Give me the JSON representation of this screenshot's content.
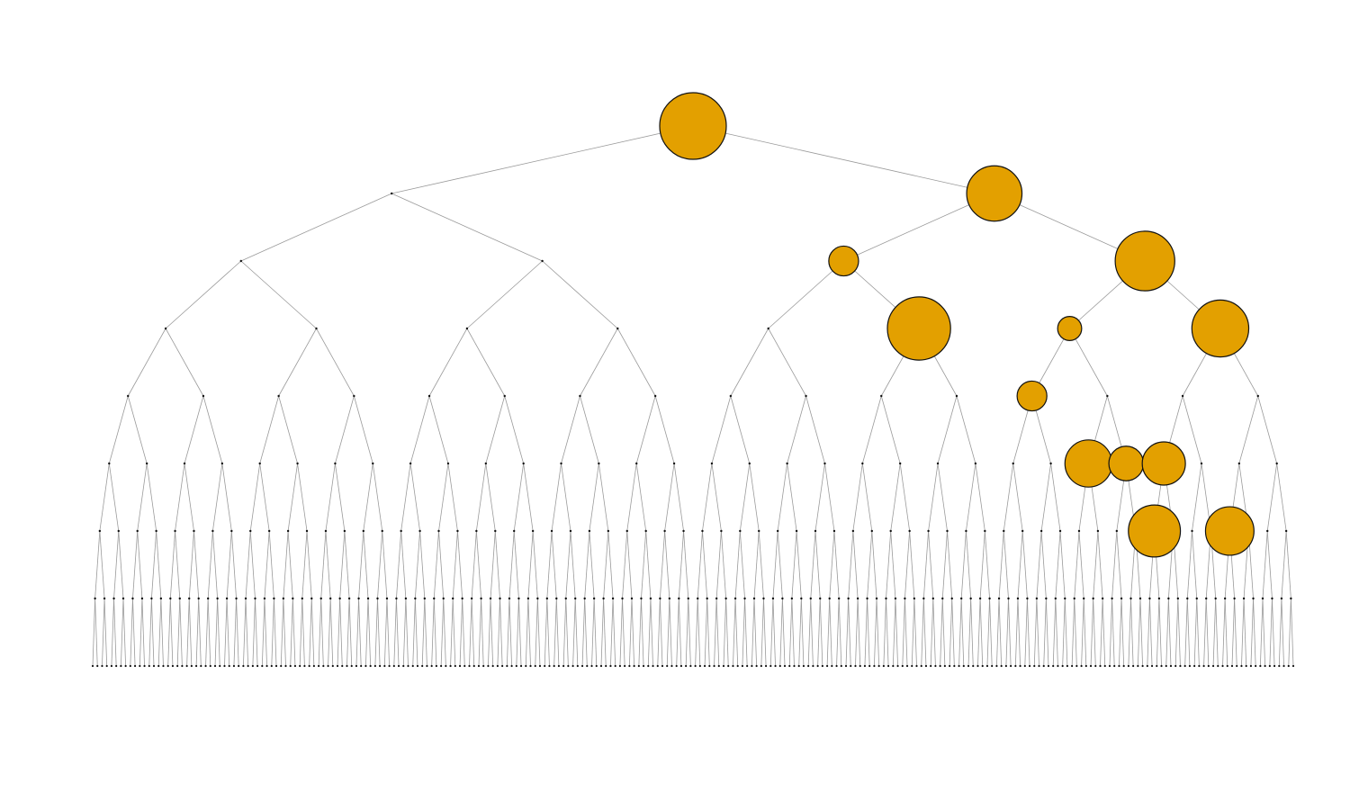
{
  "tree": {
    "type": "binary-tree",
    "depth": 8,
    "leaf_count": 256,
    "bubble_color": "#E3A000",
    "edge_color": "#9a9a9a",
    "dot_color": "#111111",
    "highlighted_nodes": [
      {
        "path": "",
        "weight": 1.0
      },
      {
        "path": "1",
        "weight": 0.69
      },
      {
        "path": "10",
        "weight": 0.2
      },
      {
        "path": "11",
        "weight": 0.8
      },
      {
        "path": "101",
        "weight": 0.9
      },
      {
        "path": "110",
        "weight": 0.13
      },
      {
        "path": "111",
        "weight": 0.73
      },
      {
        "path": "1100",
        "weight": 0.2
      },
      {
        "path": "11010",
        "weight": 0.5
      },
      {
        "path": "11011",
        "weight": 0.27
      },
      {
        "path": "11100",
        "weight": 0.42
      },
      {
        "path": "111000",
        "weight": 0.61
      },
      {
        "path": "111100",
        "weight": 0.53
      }
    ]
  }
}
